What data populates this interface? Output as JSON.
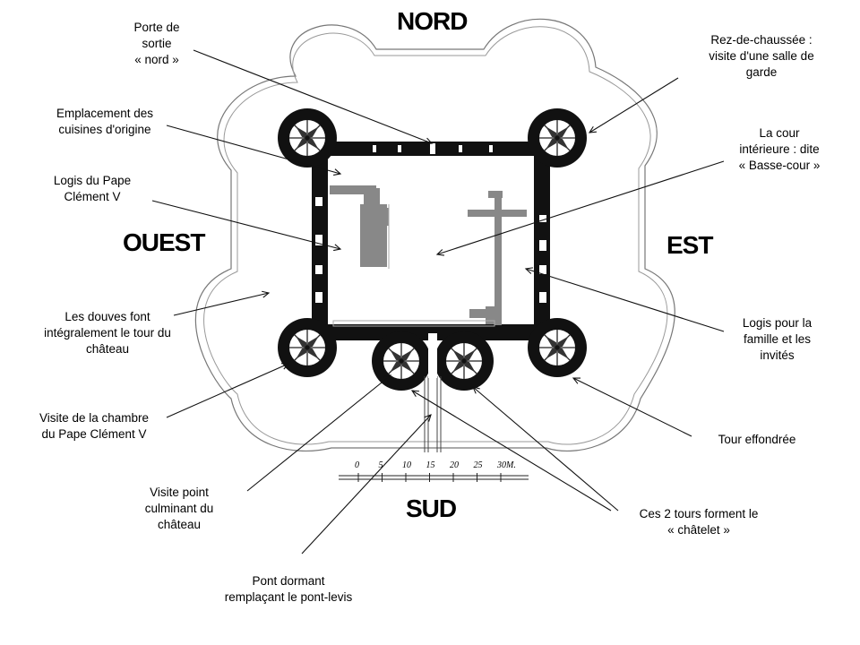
{
  "directions": {
    "north": "NORD",
    "south": "SUD",
    "west": "OUEST",
    "east": "EST"
  },
  "scale": {
    "ticks": [
      "0",
      "5",
      "10",
      "15",
      "20",
      "25",
      "30"
    ],
    "unit": "M."
  },
  "annotations": [
    {
      "id": "porte-sortie",
      "lines": [
        "Porte de",
        "sortie",
        "« nord »"
      ]
    },
    {
      "id": "rez-de-chaussee",
      "lines": [
        "Rez-de-chaussée :",
        "visite d'une salle de",
        "garde"
      ]
    },
    {
      "id": "cuisines",
      "lines": [
        "Emplacement des",
        "cuisines d'origine"
      ]
    },
    {
      "id": "cour",
      "lines": [
        "La cour",
        "intérieure : dite",
        "« Basse-cour »"
      ]
    },
    {
      "id": "logis-pape",
      "lines": [
        "Logis du Pape",
        "Clément V"
      ]
    },
    {
      "id": "douves",
      "lines": [
        "Les douves font",
        "intégralement le tour du",
        "château"
      ]
    },
    {
      "id": "logis-famille",
      "lines": [
        "Logis pour la",
        "famille et les",
        "invités"
      ]
    },
    {
      "id": "chambre-pape",
      "lines": [
        "Visite de la chambre",
        "du Pape Clément V"
      ]
    },
    {
      "id": "tour-effondree",
      "lines": [
        "Tour effondrée"
      ]
    },
    {
      "id": "point-culminant",
      "lines": [
        "Visite point",
        "culminant du",
        "château"
      ]
    },
    {
      "id": "chatelet",
      "lines": [
        "Ces 2 tours forment le",
        "« châtelet »"
      ]
    },
    {
      "id": "pont-dormant",
      "lines": [
        "Pont dormant",
        "remplaçant le pont-levis"
      ]
    }
  ]
}
